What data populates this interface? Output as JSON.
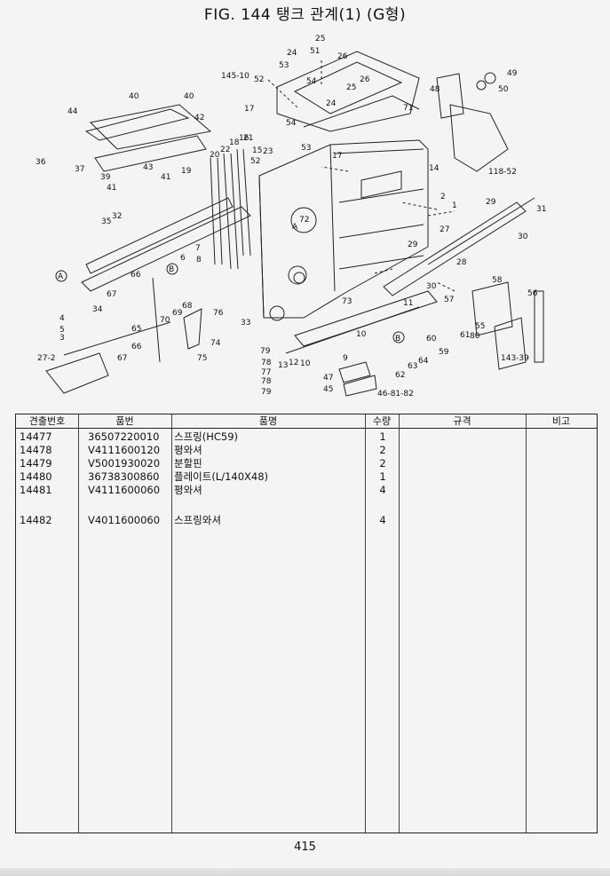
{
  "title": "FIG. 144 탱크 관계(1) (G형)",
  "diagram": {
    "callouts": [
      "25",
      "51",
      "26",
      "24",
      "53",
      "52",
      "54",
      "145-10",
      "40",
      "40",
      "44",
      "42",
      "25",
      "26",
      "24",
      "71",
      "48",
      "49",
      "50",
      "17",
      "21",
      "15",
      "54",
      "53",
      "23",
      "52",
      "17",
      "14",
      "36",
      "37",
      "43",
      "39",
      "41",
      "41",
      "19",
      "20",
      "22",
      "18",
      "16",
      "118-52",
      "2",
      "1",
      "35",
      "32",
      "72",
      "29",
      "31",
      "30",
      "27",
      "A",
      "B",
      "7",
      "8",
      "6",
      "28",
      "29",
      "67",
      "66",
      "34",
      "73",
      "11",
      "30",
      "58",
      "57",
      "56",
      "4",
      "5",
      "3",
      "65",
      "70",
      "69",
      "68",
      "76",
      "33",
      "74",
      "75",
      "79",
      "78",
      "77",
      "78",
      "79",
      "13",
      "12",
      "10",
      "9",
      "10",
      "B",
      "60",
      "61",
      "59",
      "55",
      "80",
      "62",
      "63",
      "64",
      "143-39",
      "27-2",
      "67",
      "66",
      "47",
      "45",
      "46-81-82",
      "A"
    ]
  },
  "table": {
    "headers": [
      "견출번호",
      "품번",
      "품명",
      "수량",
      "규격",
      "비고"
    ],
    "rows": [
      {
        "no": "14477",
        "part": "36507220010",
        "name": "스프링(HC59)",
        "qty": "1"
      },
      {
        "no": "14478",
        "part": "V4111600120",
        "name": "평와셔",
        "qty": "2"
      },
      {
        "no": "14479",
        "part": "V5001930020",
        "name": "분할핀",
        "qty": "2"
      },
      {
        "no": "14480",
        "part": "36738300860",
        "name": "플레이트(L/140X48)",
        "qty": "1"
      },
      {
        "no": "14481",
        "part": "V4111600060",
        "name": "평와셔",
        "qty": "4"
      },
      {
        "no": "14482",
        "part": "V4011600060",
        "name": "스프링와셔",
        "qty": "4"
      }
    ]
  },
  "page_number": "415"
}
